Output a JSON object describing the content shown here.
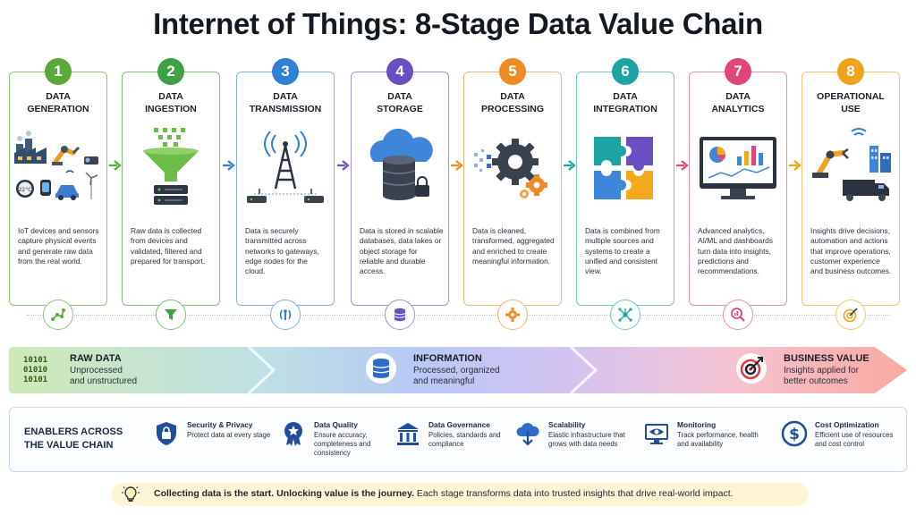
{
  "title": "Internet of Things: 8-Stage Data Value Chain",
  "stages": [
    {
      "number": "1",
      "title_1": "DATA",
      "title_2": "GENERATION",
      "color": "#5aaa3a",
      "desc": "IoT devices and sensors capture physical events and generate raw data from the real world.",
      "icon": "network-icon"
    },
    {
      "number": "2",
      "title_1": "DATA",
      "title_2": "INGESTION",
      "color": "#3fa046",
      "desc": "Raw data is collected from devices and validated, filtered and prepared for transport.",
      "icon": "funnel-icon"
    },
    {
      "number": "3",
      "title_1": "DATA",
      "title_2": "TRANSMISSION",
      "color": "#2f7fd4",
      "desc": "Data is securely transmitted across networks to gateways, edge nodes for the cloud.",
      "icon": "antenna-icon"
    },
    {
      "number": "4",
      "title_1": "DATA",
      "title_2": "STORAGE",
      "color": "#6a4fc0",
      "desc": "Data is stored in scalable databases, data lakes or object storage for reliable and durable access.",
      "icon": "database-icon"
    },
    {
      "number": "5",
      "title_1": "DATA",
      "title_2": "PROCESSING",
      "color": "#f08a24",
      "desc": "Data is cleaned, transformed, aggregated and enriched to create meaningful information.",
      "icon": "gear-icon"
    },
    {
      "number": "6",
      "title_1": "DATA",
      "title_2": "INTEGRATION",
      "color": "#1ea3a3",
      "desc": "Data is combined from multiple sources and systems to create a unified and consistent view.",
      "icon": "hub-icon"
    },
    {
      "number": "7",
      "title_1": "DATA",
      "title_2": "ANALYTICS",
      "color": "#e0457b",
      "desc": "Advanced analytics, AI/ML and dashboards turn data into insights, predictions and recommendations.",
      "icon": "magnifier-chart-icon"
    },
    {
      "number": "8",
      "title_1": "OPERATIONAL",
      "title_2": "USE",
      "color": "#f0a21c",
      "desc": "Insights drive decisions, automation and actions that improve operations, customer experience and business outcomes.",
      "icon": "target-icon"
    }
  ],
  "band": {
    "binary_1": "10101",
    "binary_2": "01010",
    "binary_3": "10101",
    "raw_title": "RAW DATA",
    "raw_sub_1": "Unprocessed",
    "raw_sub_2": "and unstructured",
    "info_title": "INFORMATION",
    "info_sub_1": "Processed, organized",
    "info_sub_2": "and meaningful",
    "value_title": "BUSINESS VALUE",
    "value_sub_1": "Insights applied for",
    "value_sub_2": "better outcomes"
  },
  "enablers": {
    "heading_1": "ENABLERS ACROSS",
    "heading_2": "THE VALUE CHAIN",
    "items": [
      {
        "title": "Security & Privacy",
        "desc": "Protect data at every stage",
        "icon": "lock-icon"
      },
      {
        "title": "Data Quality",
        "desc": "Ensure accuracy, completeness and consistency",
        "icon": "quality-badge-icon"
      },
      {
        "title": "Data Governance",
        "desc": "Policies, standards and compliance",
        "icon": "governance-building-icon"
      },
      {
        "title": "Scalability",
        "desc": "Elastic infrastructure that grows with data needs",
        "icon": "cloud-scale-icon"
      },
      {
        "title": "Monitoring",
        "desc": "Track performance, health and availability",
        "icon": "monitor-eye-icon"
      },
      {
        "title": "Cost Optimization",
        "desc": "Efficient use of resources and cost control",
        "icon": "dollar-icon"
      }
    ]
  },
  "footer": {
    "bold": "Collecting data is the start. Unlocking value is the journey.",
    "rest": " Each stage transforms data into trusted insights that drive real-world impact."
  }
}
